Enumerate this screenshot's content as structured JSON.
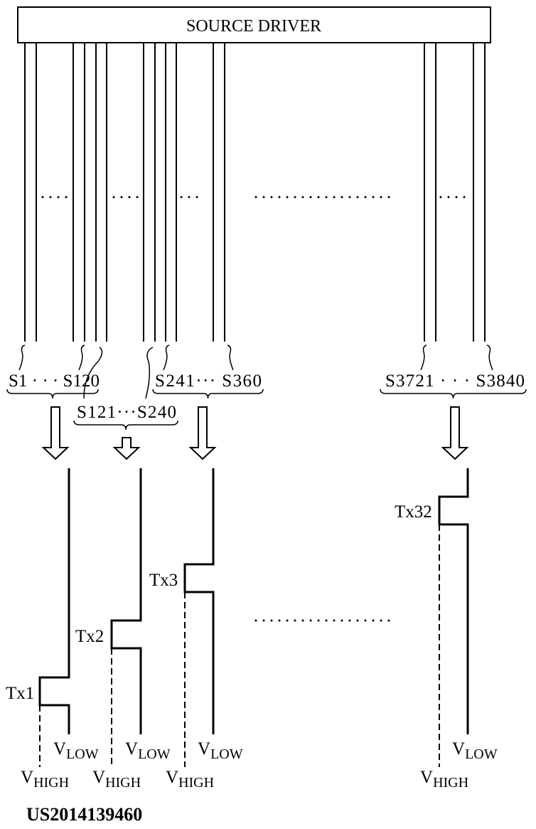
{
  "title": "SOURCE DRIVER",
  "groups": [
    {
      "label": "S1 · · · S120"
    },
    {
      "label": "S121···S240"
    },
    {
      "label": "S241··· S360"
    },
    {
      "label": "S3721 · · · S3840"
    }
  ],
  "signals": [
    {
      "label": "Tx1",
      "low": "V",
      "low_sub": "LOW",
      "high": "V",
      "high_sub": "HIGH"
    },
    {
      "label": "Tx2",
      "low": "V",
      "low_sub": "LOW",
      "high": "V",
      "high_sub": "HIGH"
    },
    {
      "label": "Tx3",
      "low": "V",
      "low_sub": "LOW",
      "high": "V",
      "high_sub": "HIGH"
    },
    {
      "label": "Tx32",
      "low": "V",
      "low_sub": "LOW",
      "high": "V",
      "high_sub": "HIGH"
    }
  ],
  "ellipsis": "···",
  "patent_number": "US2014139460"
}
